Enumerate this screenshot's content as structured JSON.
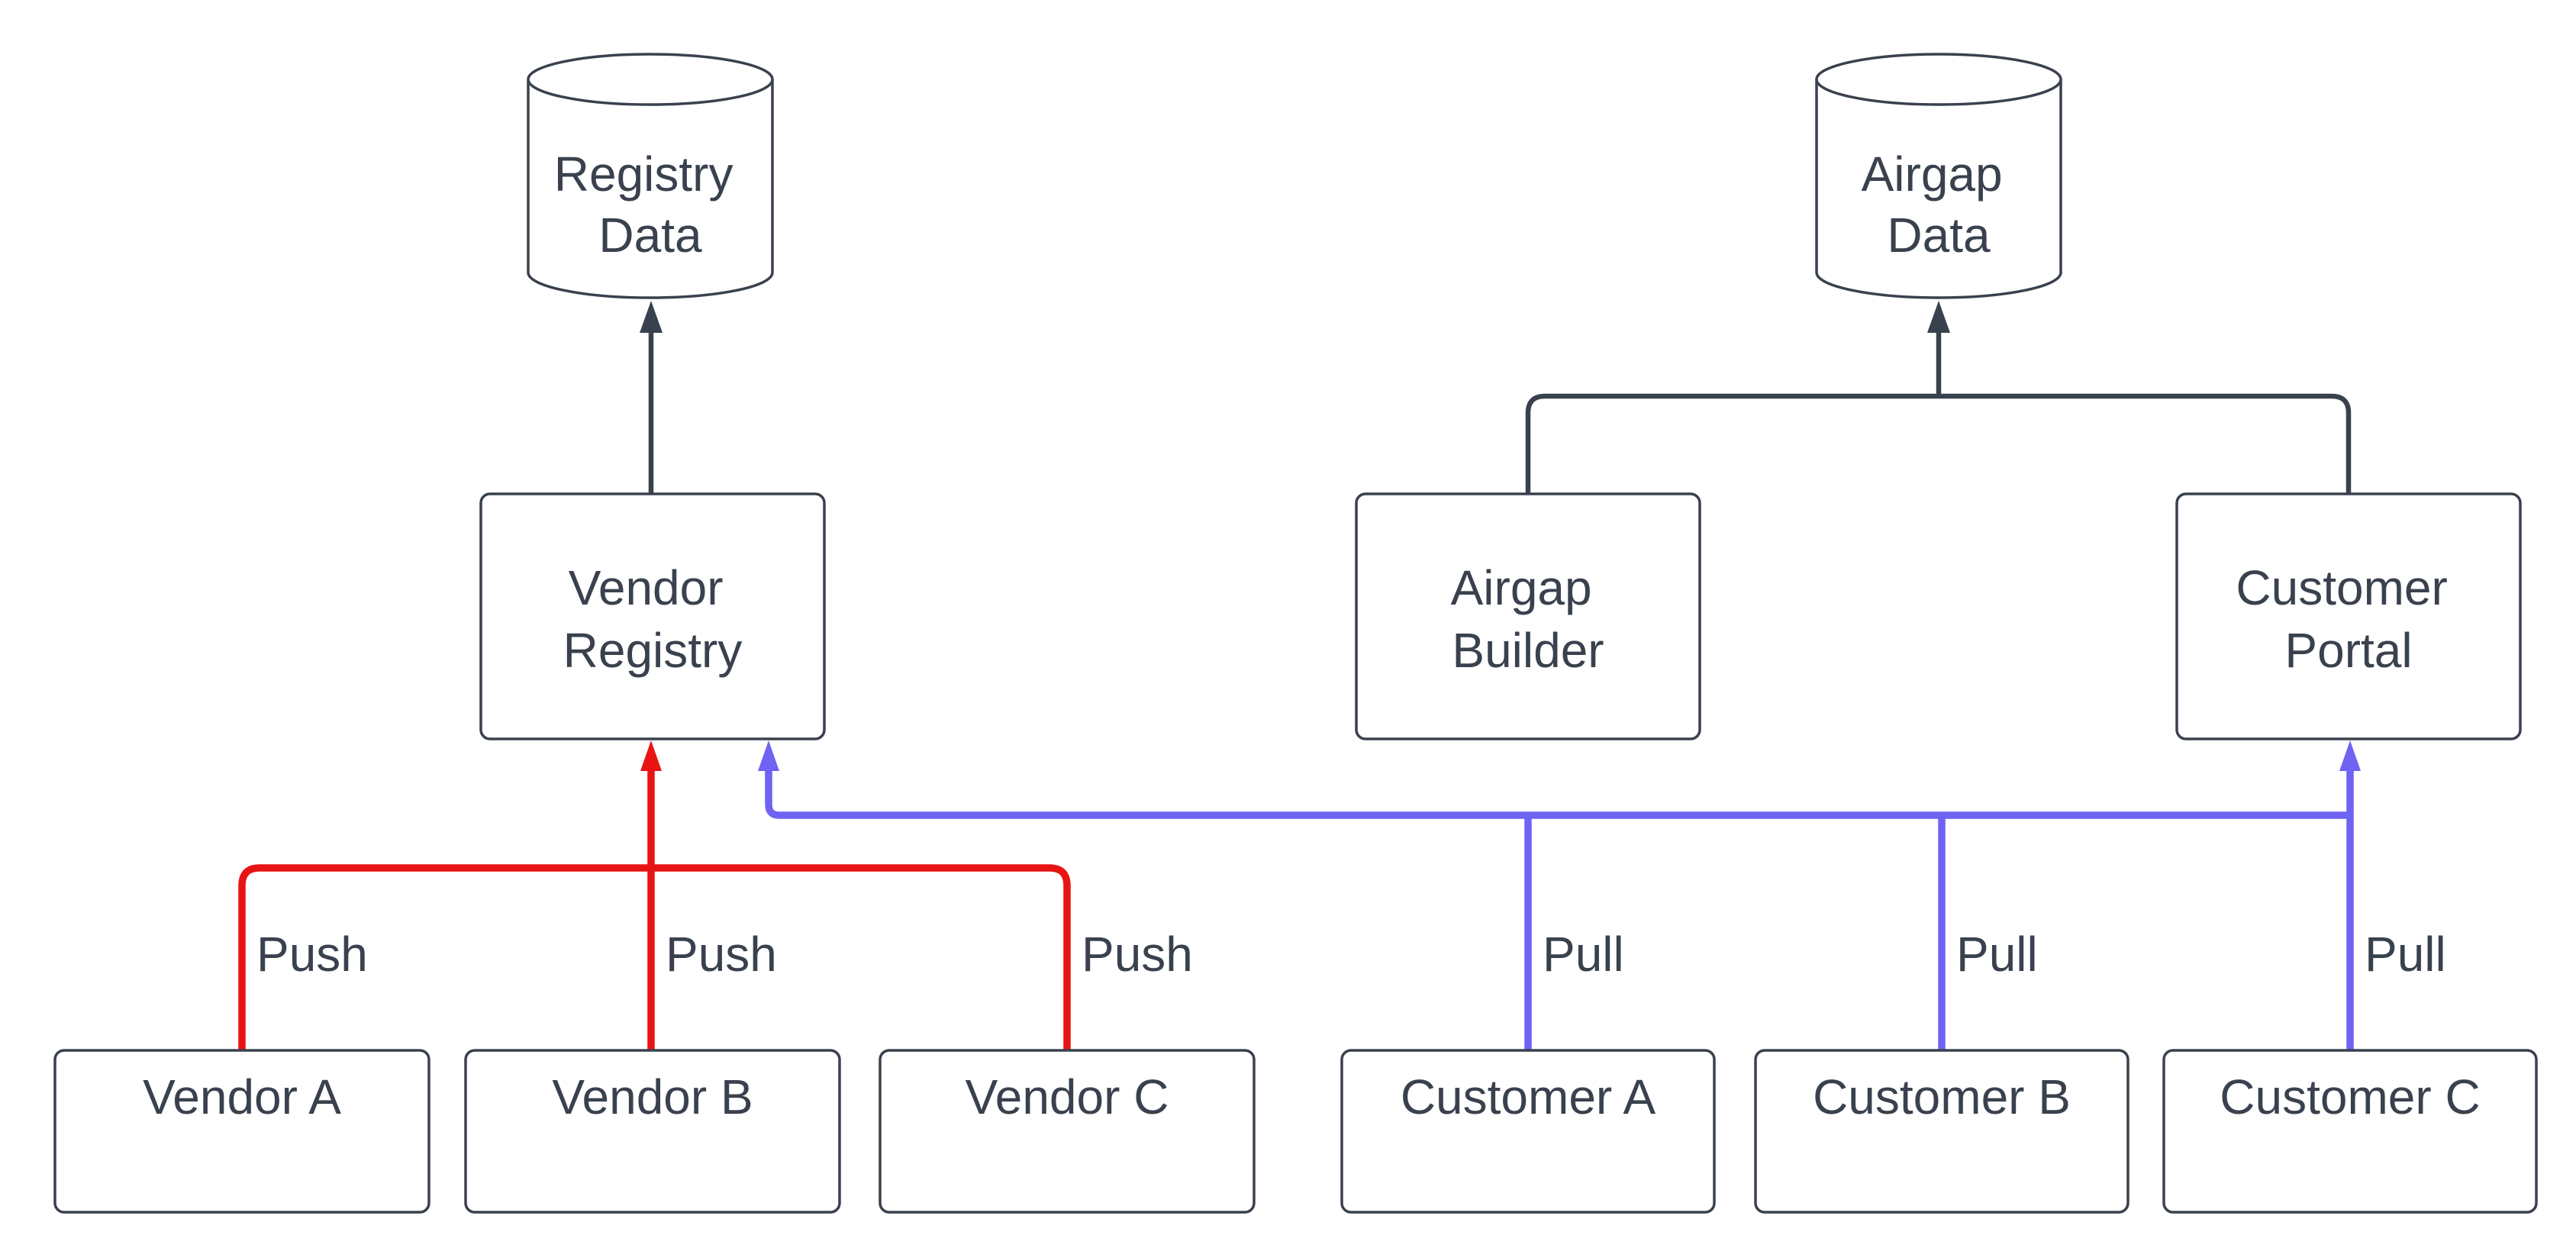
{
  "diagram": {
    "colors": {
      "background": "#ffffff",
      "stroke_dark": "#3a414e",
      "text": "#3a414e",
      "edge_red": "#e81414",
      "edge_blue": "#6e63f2"
    },
    "nodes": {
      "registry_data": {
        "shape": "cylinder",
        "lines": [
          "Registry",
          "Data"
        ]
      },
      "airgap_data": {
        "shape": "cylinder",
        "lines": [
          "Airgap",
          "Data"
        ]
      },
      "vendor_registry": {
        "shape": "rectangle",
        "lines": [
          "Vendor",
          "Registry"
        ]
      },
      "airgap_builder": {
        "shape": "rectangle",
        "lines": [
          "Airgap",
          "Builder"
        ]
      },
      "customer_portal": {
        "shape": "rectangle",
        "lines": [
          "Customer",
          "Portal"
        ]
      },
      "vendor_a": {
        "shape": "rectangle",
        "label": "Vendor A"
      },
      "vendor_b": {
        "shape": "rectangle",
        "label": "Vendor B"
      },
      "vendor_c": {
        "shape": "rectangle",
        "label": "Vendor C"
      },
      "customer_a": {
        "shape": "rectangle",
        "label": "Customer A"
      },
      "customer_b": {
        "shape": "rectangle",
        "label": "Customer B"
      },
      "customer_c": {
        "shape": "rectangle",
        "label": "Customer C"
      }
    },
    "edge_labels": {
      "push_a": "Push",
      "push_b": "Push",
      "push_c": "Push",
      "pull_a": "Pull",
      "pull_b": "Pull",
      "pull_c": "Pull"
    }
  }
}
